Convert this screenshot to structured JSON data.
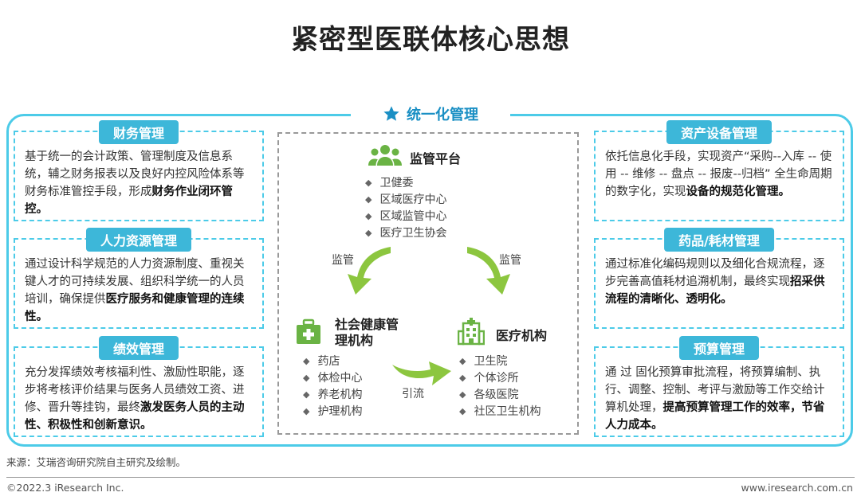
{
  "title": "紧密型医联体核心思想",
  "banner": "统一化管理",
  "left_boxes": [
    {
      "tag": "财务管理",
      "text": "基于统一的会计政策、管理制度及信息系统，辅之财务报表以及良好内控风险体系等财务标准管控手段，形成",
      "bold": "财务作业闭环管控。"
    },
    {
      "tag": "人力资源管理",
      "text": "通过设计科学规范的人力资源制度、重视关键人才的可持续发展、组织科学统一的人员培训，确保提供",
      "bold": "医疗服务和健康管理的连续性。"
    },
    {
      "tag": "绩效管理",
      "text": "充分发挥绩效考核福利性、激励性职能，逐步将考核评价结果与医务人员绩效工资、进修、晋升等挂钩，最终",
      "bold": "激发医务人员的主动性、积极性和创新意识。"
    }
  ],
  "right_boxes": [
    {
      "tag": "资产设备管理",
      "text": "依托信息化手段，实现资产“采购--入库 -- 使用 -- 维修 -- 盘点 -- 报废--归档” 全生命周期的数字化，实现",
      "bold": "设备的规范化管理。"
    },
    {
      "tag": "药品/耗材管理",
      "text": "通过标准化编码规则以及细化合规流程，逐步完善高值耗材追溯机制，最终实现",
      "bold": "招采供流程的清晰化、透明化。"
    },
    {
      "tag": "预算管理",
      "text": "通 过 固化预算审批流程，将预算编制、执行、调整、控制、考评与激励等工作交给计算机处理，",
      "bold": "提高预算管理工作的效率，节省人力成本。"
    }
  ],
  "center": {
    "top": {
      "title": "监管平台",
      "items": [
        "卫健委",
        "区域医疗中心",
        "区域监管中心",
        "医疗卫生协会"
      ]
    },
    "left": {
      "title": "社会健康管理机构",
      "items": [
        "药店",
        "体检中心",
        "养老机构",
        "护理机构"
      ]
    },
    "right": {
      "title": "医疗机构",
      "items": [
        "卫生院",
        "个体诊所",
        "各级医院",
        "社区卫生机构"
      ]
    },
    "arrow_left_label": "监管",
    "arrow_right_label": "监管",
    "arrow_bottom_label": "引流"
  },
  "colors": {
    "accent": "#3db7d9",
    "arrow_green": "#8cc63f",
    "icon_green": "#6ab344"
  },
  "source": "来源：艾瑞咨询研究院自主研究及绘制。",
  "footer_left": "©2022.3 iResearch Inc.",
  "footer_right": "www.iresearch.com.cn"
}
